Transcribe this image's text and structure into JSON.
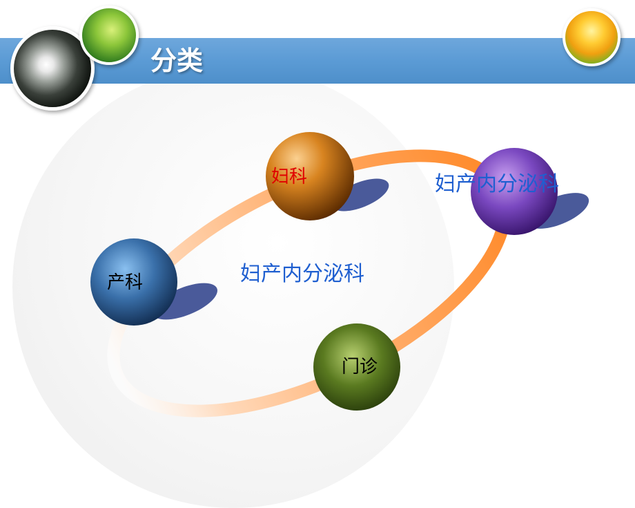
{
  "slide": {
    "title": "分类"
  },
  "colors": {
    "header_band": "#5b9bd5",
    "ring_orange": "#ff9a40",
    "shadow_blue": "#4a5a9a",
    "node_gynecology": "#c86a10",
    "node_endocrine": "#6a3aaa",
    "node_obstetrics": "#3a6aa0",
    "node_outpatient": "#5a7a20",
    "label_red": "#e00000",
    "label_blue": "#1f5fd0"
  },
  "decorations": {
    "top_left_photo": "dandelion-photo",
    "top_center_photo": "green-leaf-photo",
    "top_right_photo": "yellow-tulip-photo"
  },
  "diagram": {
    "nodes": [
      {
        "id": "gynecology",
        "label": "妇科"
      },
      {
        "id": "endocrine",
        "label": "妇产内分泌科"
      },
      {
        "id": "obstetrics",
        "label": "产科"
      },
      {
        "id": "outpatient",
        "label": "门诊"
      }
    ],
    "center_label": "妇产内分泌科"
  }
}
